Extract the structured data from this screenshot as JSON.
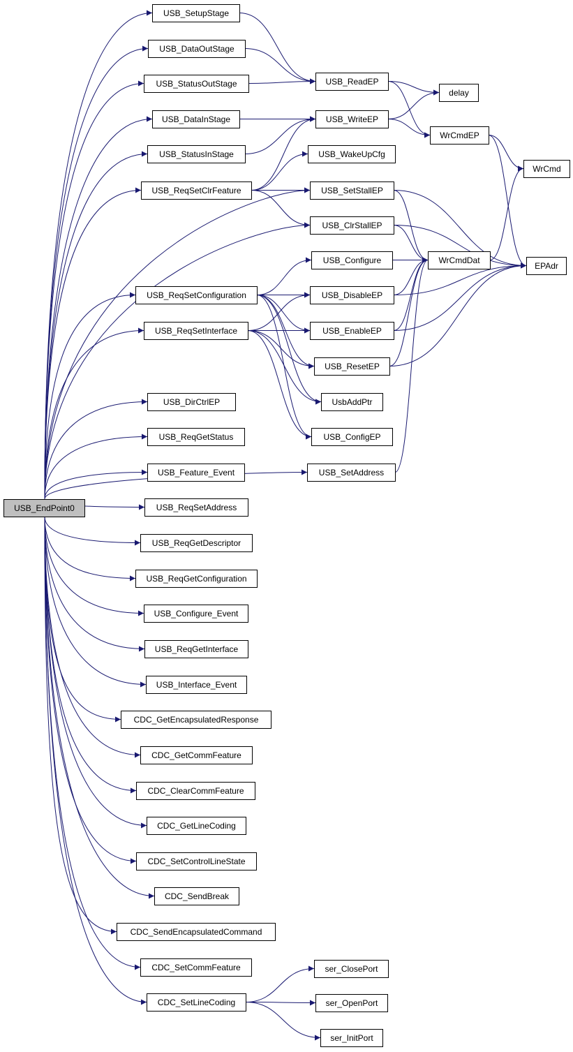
{
  "graph": {
    "edge_color": "#191970",
    "root_fill": "#bfbfbf",
    "nodes": [
      {
        "id": "USB_EndPoint0",
        "label": "USB_EndPoint0",
        "root": true
      },
      {
        "id": "USB_SetupStage",
        "label": "USB_SetupStage"
      },
      {
        "id": "USB_DataOutStage",
        "label": "USB_DataOutStage"
      },
      {
        "id": "USB_StatusOutStage",
        "label": "USB_StatusOutStage"
      },
      {
        "id": "USB_DataInStage",
        "label": "USB_DataInStage"
      },
      {
        "id": "USB_StatusInStage",
        "label": "USB_StatusInStage"
      },
      {
        "id": "USB_ReqSetClrFeature",
        "label": "USB_ReqSetClrFeature"
      },
      {
        "id": "USB_ReqSetConfiguration",
        "label": "USB_ReqSetConfiguration"
      },
      {
        "id": "USB_ReqSetInterface",
        "label": "USB_ReqSetInterface"
      },
      {
        "id": "USB_DirCtrlEP",
        "label": "USB_DirCtrlEP"
      },
      {
        "id": "USB_ReqGetStatus",
        "label": "USB_ReqGetStatus"
      },
      {
        "id": "USB_Feature_Event",
        "label": "USB_Feature_Event"
      },
      {
        "id": "USB_ReqSetAddress",
        "label": "USB_ReqSetAddress"
      },
      {
        "id": "USB_ReqGetDescriptor",
        "label": "USB_ReqGetDescriptor"
      },
      {
        "id": "USB_ReqGetConfiguration",
        "label": "USB_ReqGetConfiguration"
      },
      {
        "id": "USB_Configure_Event",
        "label": "USB_Configure_Event"
      },
      {
        "id": "USB_ReqGetInterface",
        "label": "USB_ReqGetInterface"
      },
      {
        "id": "USB_Interface_Event",
        "label": "USB_Interface_Event"
      },
      {
        "id": "CDC_GetEncapsulatedResponse",
        "label": "CDC_GetEncapsulatedResponse"
      },
      {
        "id": "CDC_GetCommFeature",
        "label": "CDC_GetCommFeature"
      },
      {
        "id": "CDC_ClearCommFeature",
        "label": "CDC_ClearCommFeature"
      },
      {
        "id": "CDC_GetLineCoding",
        "label": "CDC_GetLineCoding"
      },
      {
        "id": "CDC_SetControlLineState",
        "label": "CDC_SetControlLineState"
      },
      {
        "id": "CDC_SendBreak",
        "label": "CDC_SendBreak"
      },
      {
        "id": "CDC_SendEncapsulatedCommand",
        "label": "CDC_SendEncapsulatedCommand"
      },
      {
        "id": "CDC_SetCommFeature",
        "label": "CDC_SetCommFeature"
      },
      {
        "id": "CDC_SetLineCoding",
        "label": "CDC_SetLineCoding"
      },
      {
        "id": "USB_ReadEP",
        "label": "USB_ReadEP"
      },
      {
        "id": "USB_WriteEP",
        "label": "USB_WriteEP"
      },
      {
        "id": "USB_WakeUpCfg",
        "label": "USB_WakeUpCfg"
      },
      {
        "id": "USB_SetStallEP",
        "label": "USB_SetStallEP"
      },
      {
        "id": "USB_ClrStallEP",
        "label": "USB_ClrStallEP"
      },
      {
        "id": "USB_Configure",
        "label": "USB_Configure"
      },
      {
        "id": "USB_DisableEP",
        "label": "USB_DisableEP"
      },
      {
        "id": "USB_EnableEP",
        "label": "USB_EnableEP"
      },
      {
        "id": "USB_ResetEP",
        "label": "USB_ResetEP"
      },
      {
        "id": "UsbAddPtr",
        "label": "UsbAddPtr"
      },
      {
        "id": "USB_ConfigEP",
        "label": "USB_ConfigEP"
      },
      {
        "id": "USB_SetAddress",
        "label": "USB_SetAddress"
      },
      {
        "id": "ser_ClosePort",
        "label": "ser_ClosePort"
      },
      {
        "id": "ser_OpenPort",
        "label": "ser_OpenPort"
      },
      {
        "id": "ser_InitPort",
        "label": "ser_InitPort"
      },
      {
        "id": "delay",
        "label": "delay"
      },
      {
        "id": "WrCmdEP",
        "label": "WrCmdEP"
      },
      {
        "id": "WrCmd",
        "label": "WrCmd"
      },
      {
        "id": "WrCmdDat",
        "label": "WrCmdDat"
      },
      {
        "id": "EPAdr",
        "label": "EPAdr"
      }
    ],
    "edges": [
      [
        "USB_EndPoint0",
        "USB_SetupStage"
      ],
      [
        "USB_EndPoint0",
        "USB_DataOutStage"
      ],
      [
        "USB_EndPoint0",
        "USB_StatusOutStage"
      ],
      [
        "USB_EndPoint0",
        "USB_DataInStage"
      ],
      [
        "USB_EndPoint0",
        "USB_StatusInStage"
      ],
      [
        "USB_EndPoint0",
        "USB_ReqSetClrFeature"
      ],
      [
        "USB_EndPoint0",
        "USB_SetStallEP"
      ],
      [
        "USB_EndPoint0",
        "USB_ClrStallEP"
      ],
      [
        "USB_EndPoint0",
        "USB_ReqSetConfiguration"
      ],
      [
        "USB_EndPoint0",
        "USB_ReqSetInterface"
      ],
      [
        "USB_EndPoint0",
        "USB_SetAddress"
      ],
      [
        "USB_EndPoint0",
        "USB_DirCtrlEP"
      ],
      [
        "USB_EndPoint0",
        "USB_ReqGetStatus"
      ],
      [
        "USB_EndPoint0",
        "USB_Feature_Event"
      ],
      [
        "USB_EndPoint0",
        "USB_ReqSetAddress"
      ],
      [
        "USB_EndPoint0",
        "USB_ReqGetDescriptor"
      ],
      [
        "USB_EndPoint0",
        "USB_ReqGetConfiguration"
      ],
      [
        "USB_EndPoint0",
        "USB_Configure_Event"
      ],
      [
        "USB_EndPoint0",
        "USB_ReqGetInterface"
      ],
      [
        "USB_EndPoint0",
        "USB_Interface_Event"
      ],
      [
        "USB_EndPoint0",
        "CDC_GetEncapsulatedResponse"
      ],
      [
        "USB_EndPoint0",
        "CDC_GetCommFeature"
      ],
      [
        "USB_EndPoint0",
        "CDC_ClearCommFeature"
      ],
      [
        "USB_EndPoint0",
        "CDC_GetLineCoding"
      ],
      [
        "USB_EndPoint0",
        "CDC_SetControlLineState"
      ],
      [
        "USB_EndPoint0",
        "CDC_SendBreak"
      ],
      [
        "USB_EndPoint0",
        "CDC_SendEncapsulatedCommand"
      ],
      [
        "USB_EndPoint0",
        "CDC_SetCommFeature"
      ],
      [
        "USB_EndPoint0",
        "CDC_SetLineCoding"
      ],
      [
        "USB_SetupStage",
        "USB_ReadEP"
      ],
      [
        "USB_DataOutStage",
        "USB_ReadEP"
      ],
      [
        "USB_StatusOutStage",
        "USB_ReadEP"
      ],
      [
        "USB_DataInStage",
        "USB_WriteEP"
      ],
      [
        "USB_StatusInStage",
        "USB_WriteEP"
      ],
      [
        "USB_ReqSetClrFeature",
        "USB_WriteEP"
      ],
      [
        "USB_ReqSetClrFeature",
        "USB_WakeUpCfg"
      ],
      [
        "USB_ReqSetClrFeature",
        "USB_SetStallEP"
      ],
      [
        "USB_ReqSetClrFeature",
        "USB_ClrStallEP"
      ],
      [
        "USB_ReqSetConfiguration",
        "USB_Configure"
      ],
      [
        "USB_ReqSetConfiguration",
        "USB_DisableEP"
      ],
      [
        "USB_ReqSetConfiguration",
        "USB_EnableEP"
      ],
      [
        "USB_ReqSetConfiguration",
        "USB_ResetEP"
      ],
      [
        "USB_ReqSetConfiguration",
        "UsbAddPtr"
      ],
      [
        "USB_ReqSetConfiguration",
        "USB_ConfigEP"
      ],
      [
        "USB_ReqSetInterface",
        "USB_DisableEP"
      ],
      [
        "USB_ReqSetInterface",
        "USB_EnableEP"
      ],
      [
        "USB_ReqSetInterface",
        "USB_ResetEP"
      ],
      [
        "USB_ReqSetInterface",
        "UsbAddPtr"
      ],
      [
        "USB_ReqSetInterface",
        "USB_ConfigEP"
      ],
      [
        "CDC_SetLineCoding",
        "ser_ClosePort"
      ],
      [
        "CDC_SetLineCoding",
        "ser_OpenPort"
      ],
      [
        "CDC_SetLineCoding",
        "ser_InitPort"
      ],
      [
        "USB_ReadEP",
        "delay"
      ],
      [
        "USB_ReadEP",
        "WrCmdEP"
      ],
      [
        "USB_WriteEP",
        "delay"
      ],
      [
        "USB_WriteEP",
        "WrCmdEP"
      ],
      [
        "WrCmdEP",
        "WrCmd"
      ],
      [
        "WrCmdEP",
        "EPAdr"
      ],
      [
        "USB_SetStallEP",
        "WrCmdDat"
      ],
      [
        "USB_SetStallEP",
        "EPAdr"
      ],
      [
        "USB_ClrStallEP",
        "WrCmdDat"
      ],
      [
        "USB_ClrStallEP",
        "EPAdr"
      ],
      [
        "USB_Configure",
        "WrCmdDat"
      ],
      [
        "USB_DisableEP",
        "WrCmdDat"
      ],
      [
        "USB_DisableEP",
        "EPAdr"
      ],
      [
        "USB_EnableEP",
        "WrCmdDat"
      ],
      [
        "USB_EnableEP",
        "EPAdr"
      ],
      [
        "USB_ResetEP",
        "WrCmdDat"
      ],
      [
        "USB_ResetEP",
        "EPAdr"
      ],
      [
        "USB_SetAddress",
        "WrCmdDat"
      ],
      [
        "WrCmdDat",
        "WrCmd"
      ]
    ]
  }
}
